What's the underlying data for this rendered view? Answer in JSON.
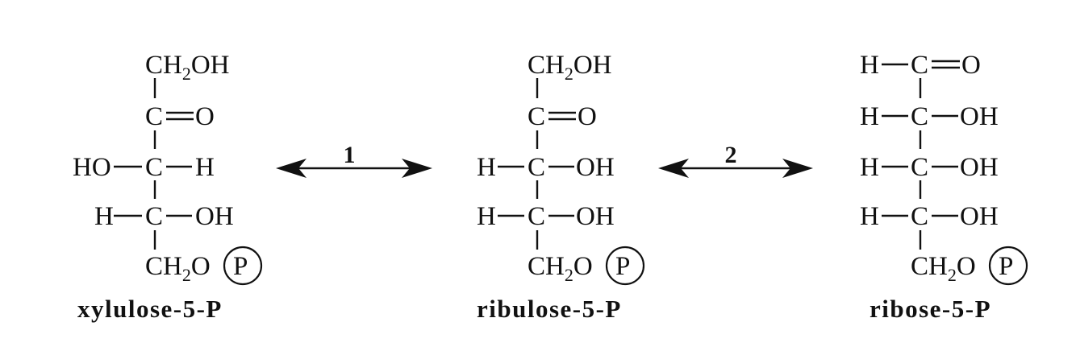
{
  "molecules": [
    {
      "name": "xylulose-5-P",
      "rows": [
        {
          "left": "",
          "center": "CH2OH",
          "right": ""
        },
        {
          "left": "",
          "center": "C=O",
          "right": ""
        },
        {
          "left": "HO",
          "center": "C",
          "right": "H"
        },
        {
          "left": "H",
          "center": "C",
          "right": "OH"
        },
        {
          "left": "",
          "center": "CH2O(P)",
          "right": ""
        }
      ]
    },
    {
      "name": "ribulose-5-P",
      "rows": [
        {
          "left": "",
          "center": "CH2OH",
          "right": ""
        },
        {
          "left": "",
          "center": "C=O",
          "right": ""
        },
        {
          "left": "H",
          "center": "C",
          "right": "OH"
        },
        {
          "left": "H",
          "center": "C",
          "right": "OH"
        },
        {
          "left": "",
          "center": "CH2O(P)",
          "right": ""
        }
      ]
    },
    {
      "name": "ribose-5-P",
      "rows": [
        {
          "left": "H",
          "center": "C=O",
          "right": ""
        },
        {
          "left": "H",
          "center": "C",
          "right": "OH"
        },
        {
          "left": "H",
          "center": "C",
          "right": "OH"
        },
        {
          "left": "H",
          "center": "C",
          "right": "OH"
        },
        {
          "left": "",
          "center": "CH2O(P)",
          "right": ""
        }
      ]
    }
  ],
  "reactions": [
    {
      "label": "1",
      "direction": "both"
    },
    {
      "label": "2",
      "direction": "both"
    }
  ]
}
